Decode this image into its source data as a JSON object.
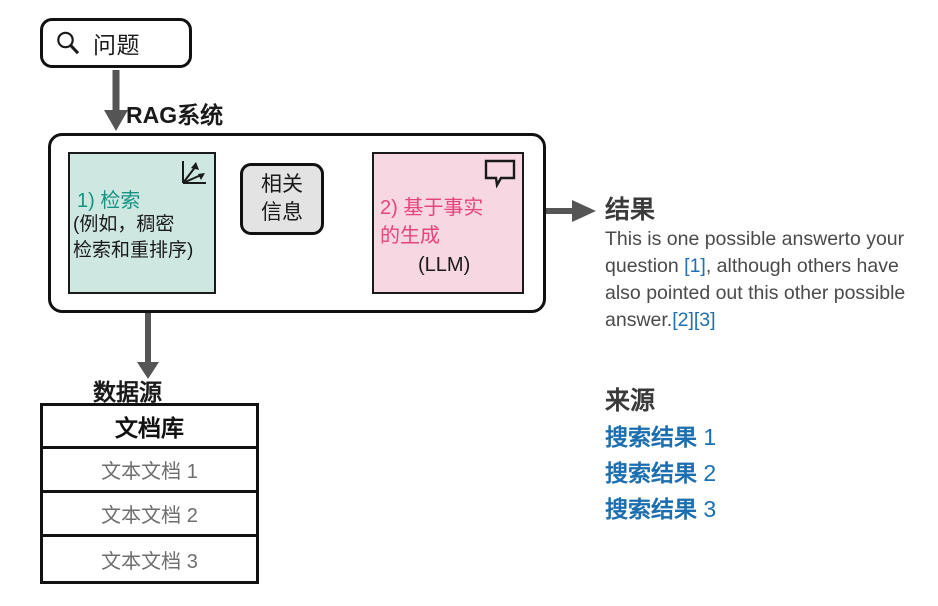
{
  "question_box": {
    "icon": "search-icon",
    "text": "问题"
  },
  "rag_system": {
    "label": "RAG系统",
    "retrieval": {
      "icon": "scatter-axes-icon",
      "title": "1) 检索",
      "subtitle_line1": "(例如，稠密",
      "subtitle_line2": "检索和重排序)",
      "color": "#159484",
      "background": "#cfe7e1"
    },
    "relevant_info": {
      "line1": "相关",
      "line2": "信息",
      "background": "#e3e3e3"
    },
    "generation": {
      "icon": "speech-bubble-icon",
      "title_line1": "2) 基于事实",
      "title_line2": "的生成",
      "model": "(LLM)",
      "color": "#e8437c",
      "background": "#f7d7e2"
    }
  },
  "data_source": {
    "label": "数据源",
    "table": {
      "header": "文档库",
      "rows": [
        "文本文档 1",
        "文本文档 2",
        "文本文档 3"
      ]
    }
  },
  "result": {
    "heading": "结果",
    "answer": {
      "seg1": "This is one possible answerto your question ",
      "cite1": "[1]",
      "seg2": ", although others have also pointed out this other possible answer.",
      "cite2": "[2]",
      "cite3": "[3]",
      "citation_color": "#1f6fb4"
    },
    "sources_heading": "来源",
    "sources": [
      {
        "label": "搜索结果",
        "num": "1"
      },
      {
        "label": "搜索结果",
        "num": "2"
      },
      {
        "label": "搜索结果",
        "num": "3"
      }
    ],
    "source_color": "#1b6fb0"
  }
}
